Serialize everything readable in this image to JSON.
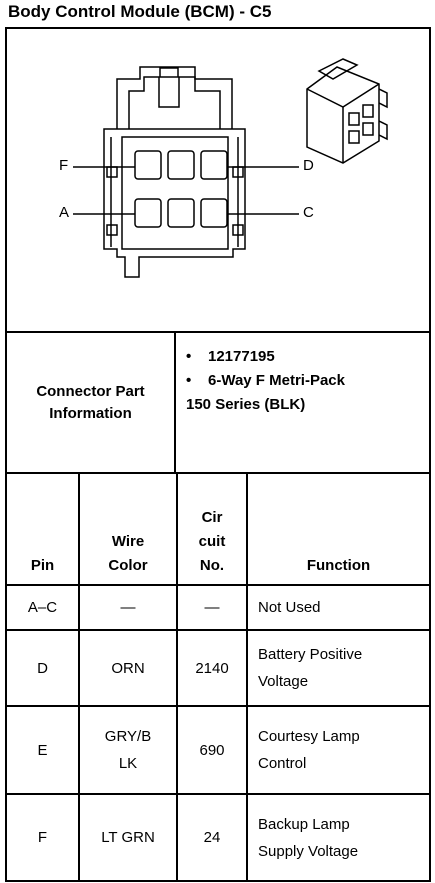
{
  "title": "Body Control Module (BCM) - C5",
  "diagram": {
    "pin_labels": [
      "F",
      "A",
      "D",
      "C"
    ]
  },
  "connector_info": {
    "label": "Connector Part Information",
    "part_number": "12177195",
    "description_line1": "6-Way F Metri-Pack",
    "description_line2": "150 Series (BLK)",
    "bullet": "•"
  },
  "table": {
    "headers": {
      "pin": "Pin",
      "wire_color": "Wire Color",
      "circuit": "Cir cuit No.",
      "function": "Function"
    },
    "rows": [
      {
        "pin": "A–C",
        "wire_color": "—",
        "circuit": "—",
        "function": "Not Used"
      },
      {
        "pin": "D",
        "wire_color": "ORN",
        "circuit": "2140",
        "function": "Battery Positive Voltage"
      },
      {
        "pin": "E",
        "wire_color": "GRY/B LK",
        "circuit": "690",
        "function": "Courtesy Lamp Control"
      },
      {
        "pin": "F",
        "wire_color": "LT GRN",
        "circuit": "24",
        "function": "Backup Lamp Supply Voltage"
      }
    ]
  }
}
